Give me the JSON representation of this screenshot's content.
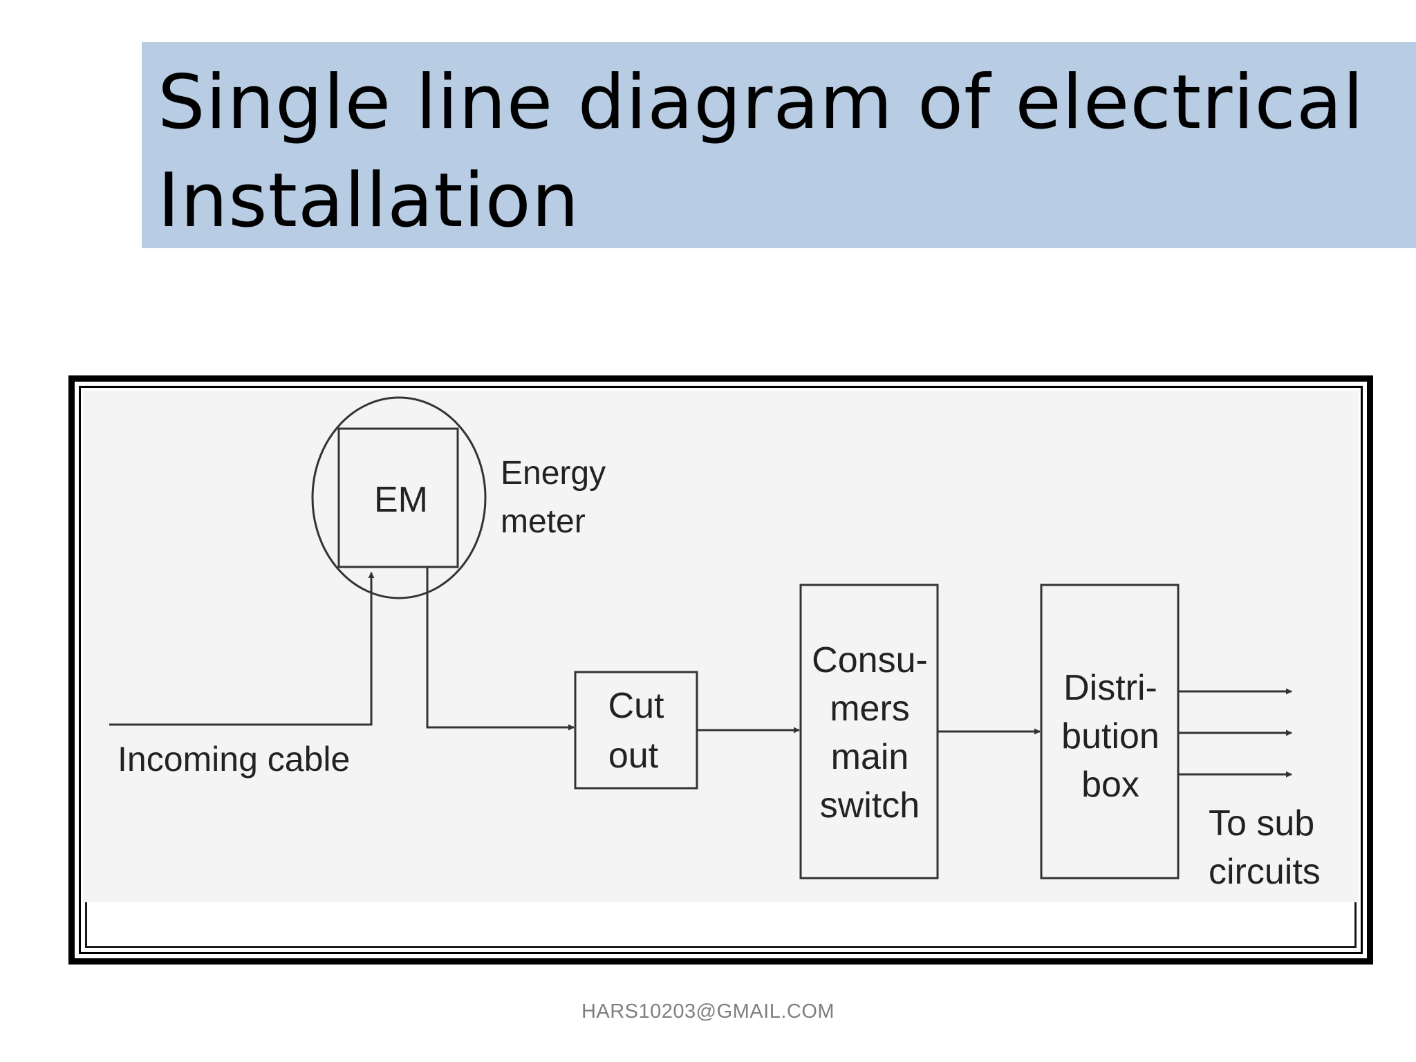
{
  "slide": {
    "title": "Single line diagram of electrical\nInstallation",
    "footer": "HARS10203@GMAIL.COM",
    "title_band_color": "#b8cce4"
  },
  "diagram": {
    "energy_meter_box": "EM",
    "energy_meter_label_line1": "Energy",
    "energy_meter_label_line2": "meter",
    "incoming_cable": "Incoming cable",
    "cut_out_line1": "Cut",
    "cut_out_line2": "out",
    "main_switch_line1": "Consu-",
    "main_switch_line2": "mers",
    "main_switch_line3": "main",
    "main_switch_line4": "switch",
    "distribution_line1": "Distri-",
    "distribution_line2": "bution",
    "distribution_line3": "box",
    "sub_circuits_line1": "To sub",
    "sub_circuits_line2": "circuits"
  }
}
